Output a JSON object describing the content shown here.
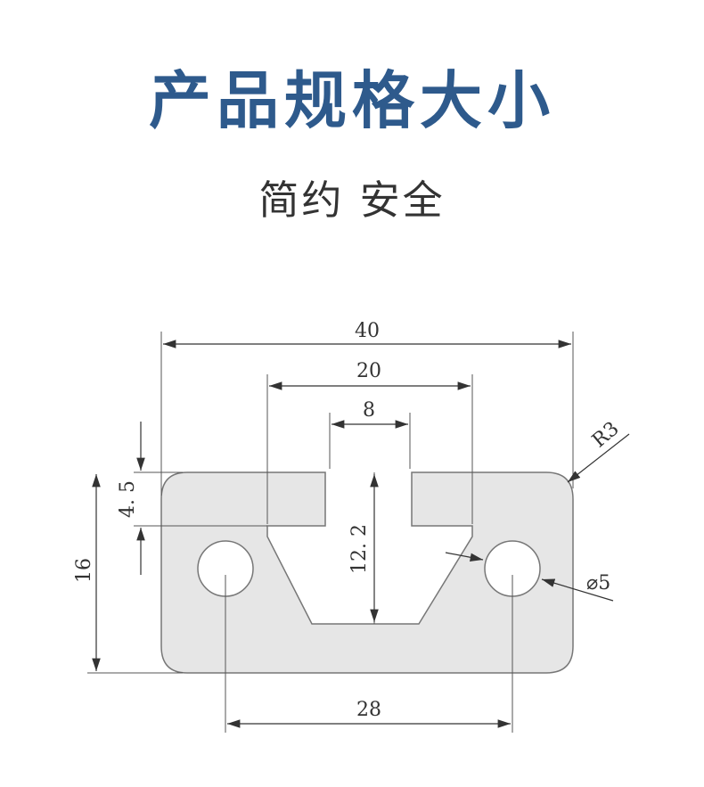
{
  "header": {
    "title": "产品规格大小",
    "subtitle": "简约 安全"
  },
  "colors": {
    "title": "#2e5a8c",
    "subtitle": "#333333",
    "profile_fill": "#e6e6e6",
    "profile_stroke": "#777777"
  },
  "dimensions": {
    "overall_width": "40",
    "slot_width": "20",
    "slot_opening": "8",
    "flange_thickness": "4. 5",
    "height": "16",
    "slot_depth": "12. 2",
    "hole_spacing": "28",
    "corner_radius": "R3",
    "hole_diameter": "⌀5"
  }
}
